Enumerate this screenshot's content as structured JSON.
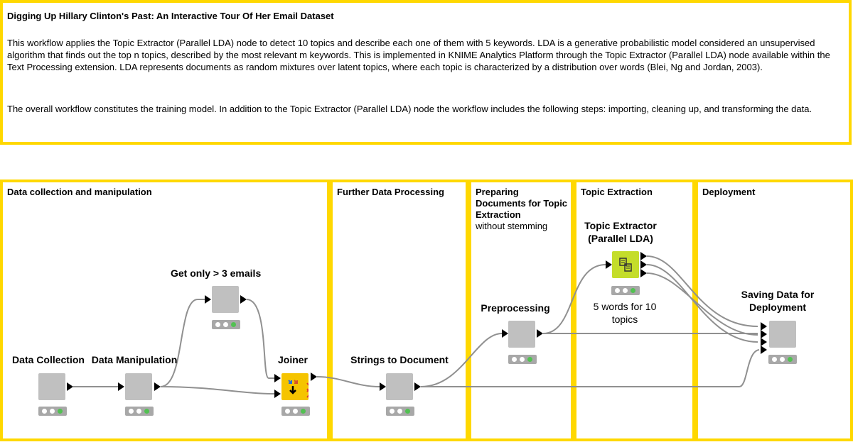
{
  "description": {
    "title": "Digging Up Hillary Clinton's Past: An Interactive Tour Of Her Email Dataset",
    "paragraph1": "This workflow applies the Topic Extractor (Parallel LDA) node to detect 10 topics and describe each one of them with 5 keywords. LDA is a generative probabilistic model considered an unsupervised algorithm that finds out the top n topics, described by the most relevant m keywords. This is implemented in KNIME Analytics Platform through the Topic Extractor (Parallel LDA) node available within the Text Processing extension. LDA represents documents as random mixtures over latent topics, where each topic is characterized by a distribution over words (Blei, Ng and Jordan, 2003).",
    "paragraph2": "The overall workflow constitutes the training model. In addition to the Topic Extractor (Parallel LDA) node the workflow includes the following    steps: importing, cleaning up, and transforming the data."
  },
  "sections": {
    "data_collection": "Data collection and manipulation",
    "further": "Further Data Processing",
    "preparing_bold": "Preparing Documents for Topic Extraction",
    "preparing_sub": "without stemming",
    "topic": "Topic Extraction",
    "deployment": "Deployment"
  },
  "nodes": {
    "data_collection": "Data Collection",
    "data_manipulation": "Data Manipulation",
    "row_filter": "Get only > 3 emails",
    "joiner": "Joiner",
    "strings_to_doc": "Strings to Document",
    "preprocessing": "Preprocessing",
    "lda_title": "Topic Extractor (Parallel LDA)",
    "lda_comment": "5 words for 10 topics",
    "saving": "Saving Data for Deployment"
  },
  "colors": {
    "annotation_border": "#ffd800",
    "metanode": "#c0c0c0",
    "joiner": "#f5c400",
    "lda": "#c4dd2a",
    "status_ok": "#52c152"
  },
  "icons": {
    "joiner": "joiner-icon",
    "lda": "topic-extractor-icon"
  }
}
